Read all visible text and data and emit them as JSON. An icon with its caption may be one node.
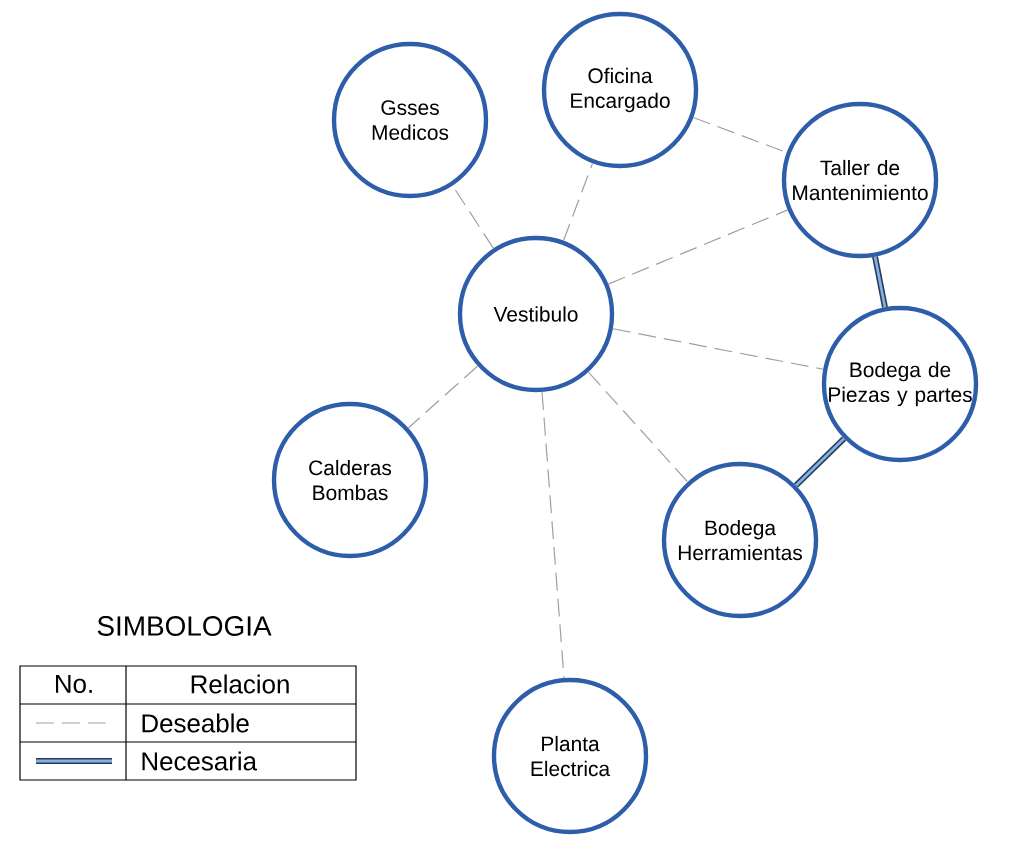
{
  "diagram": {
    "nodes": [
      {
        "text": [
          "Gsses Medicos"
        ]
      },
      {
        "text": [
          "Oficina Encargado"
        ]
      },
      {
        "text": [
          "Taller de Mantenimiento"
        ]
      },
      {
        "text": [
          "Vestibulo"
        ]
      },
      {
        "text": [
          "Bodega de Piezas y partes"
        ]
      },
      {
        "text": [
          "Calderas Bombas"
        ]
      },
      {
        "text": [
          "Bodega Herramientas"
        ]
      },
      {
        "text": [
          "Planta Electrica"
        ]
      }
    ],
    "edges": [
      {
        "from": 3,
        "to": 0,
        "arrow": "none",
        "style": "dashed"
      },
      {
        "from": 3,
        "to": 1,
        "arrow": "none",
        "style": "dashed"
      },
      {
        "from": 1,
        "to": 2,
        "arrow": "none",
        "style": "dashed"
      },
      {
        "from": 3,
        "to": 2,
        "arrow": "none",
        "style": "dashed"
      },
      {
        "from": 3,
        "to": 4,
        "arrow": "none",
        "style": "dashed"
      },
      {
        "from": 3,
        "to": 5,
        "arrow": "none",
        "style": "dashed"
      },
      {
        "from": 3,
        "to": 6,
        "arrow": "none",
        "style": "dashed"
      },
      {
        "from": 3,
        "to": 7,
        "arrow": "none",
        "style": "dashed"
      },
      {
        "from": 2,
        "to": 4,
        "arrow": "none",
        "style": "thick",
        "color": "#1e3c64"
      },
      {
        "from": 4,
        "to": 6,
        "arrow": "none",
        "style": "thick",
        "color": "#1e3c64"
      }
    ],
    "labels": [
      "SIMBOLOGIA",
      "No.",
      "Relacion"
    ],
    "legend": [
      {
        "text": "Deseable"
      },
      {
        "text": "Necesaria"
      }
    ]
  }
}
